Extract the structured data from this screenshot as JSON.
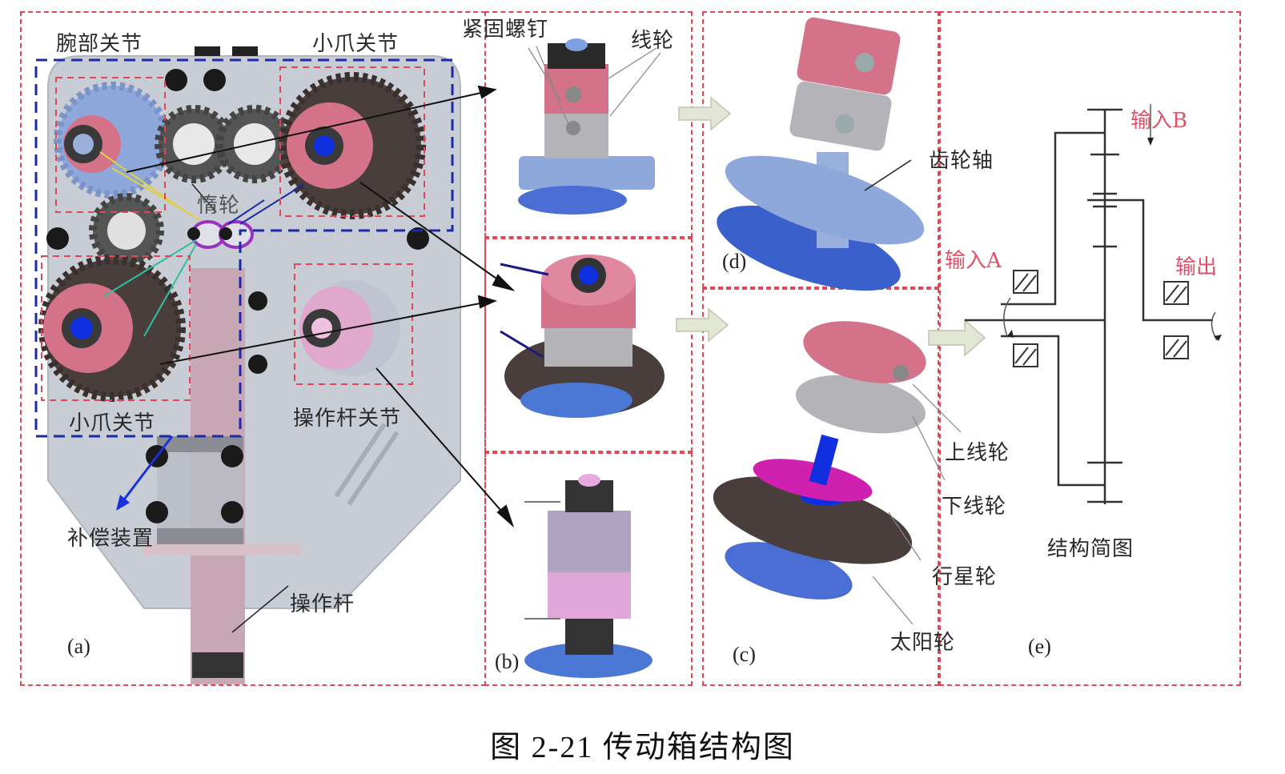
{
  "figure": {
    "caption": "图 2-21 传动箱结构图",
    "panels": {
      "a": {
        "tag": "(a)",
        "labels": {
          "wrist_joint": "腕部关节",
          "claw_joint_top": "小爪关节",
          "idler_gear": "惰轮",
          "claw_joint_bottom": "小爪关节",
          "lever_joint": "操作杆关节",
          "compensator": "补偿装置",
          "lever": "操作杆"
        }
      },
      "b": {
        "tag": "(b)",
        "labels": {
          "set_screw": "紧固螺钉",
          "pulley": "线轮"
        }
      },
      "c": {
        "tag": "(c)",
        "labels": {
          "upper_pulley": "上线轮",
          "lower_pulley": "下线轮",
          "planet_gear": "行星轮",
          "sun_gear": "太阳轮"
        }
      },
      "d": {
        "tag": "(d)",
        "labels": {
          "gear_shaft": "齿轮轴"
        }
      },
      "e": {
        "tag": "(e)",
        "title": "结构简图",
        "labels": {
          "input_a": "输入A",
          "input_b": "输入B",
          "output": "输出"
        }
      }
    },
    "colors": {
      "red_dash": "#e0485a",
      "blue_dash": "#1a2aa8",
      "schematic_red_text": "#e05068",
      "pink_part": "#d4728a",
      "blue_part": "#4a78d4",
      "light_blue_gear": "#8ea8dc",
      "dark_gear": "#4a3e3c",
      "silver_part": "#b4b4b8",
      "magenta_gear": "#d020b0",
      "housing": "#c8ccd4",
      "flow_arrow": "#e2e6d4"
    }
  }
}
